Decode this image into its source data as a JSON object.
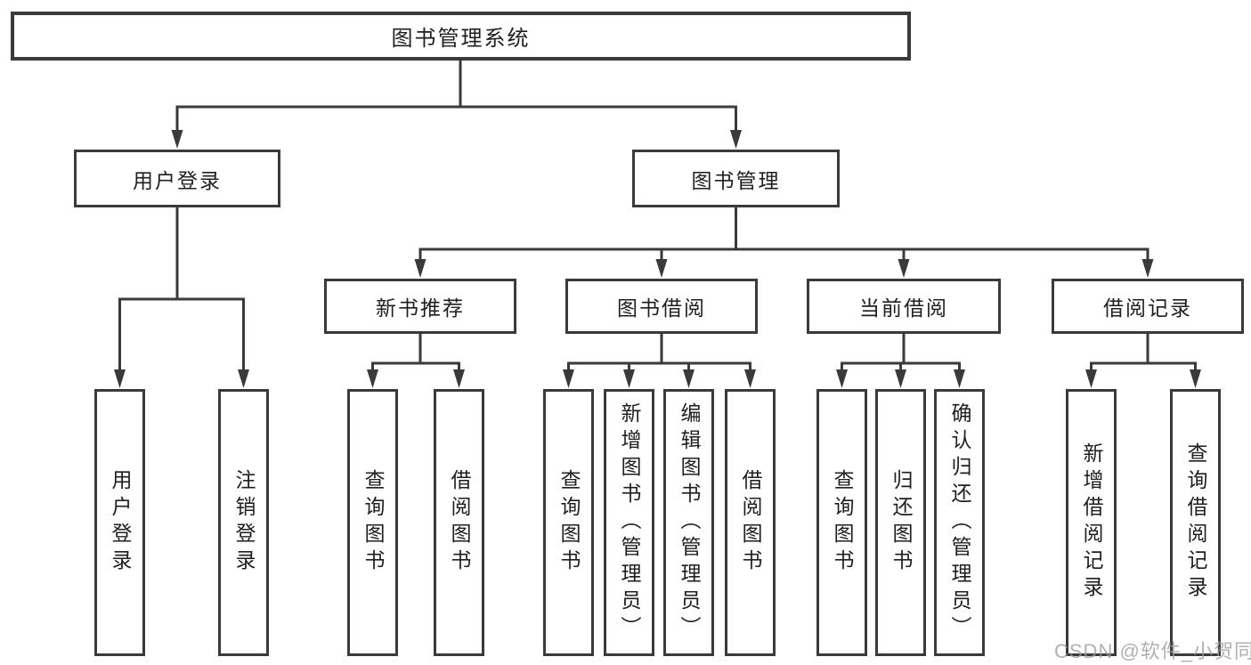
{
  "colors": {
    "line": "#3a3a3a",
    "text": "#1f1f1f",
    "background": "#ffffff",
    "watermark": "#9d9d9d"
  },
  "watermark": {
    "text": "CSDN @软件_小贺同学"
  },
  "tree": {
    "root": {
      "label": "图书管理系统"
    },
    "branches": [
      {
        "label": "用户登录",
        "children": [
          {
            "label": "用户登录"
          },
          {
            "label": "注销登录"
          }
        ]
      },
      {
        "label": "图书管理",
        "children": [
          {
            "label": "新书推荐",
            "children": [
              {
                "label": "查询图书"
              },
              {
                "label": "借阅图书"
              }
            ]
          },
          {
            "label": "图书借阅",
            "children": [
              {
                "label": "查询图书"
              },
              {
                "label": "新增图书（管理员）"
              },
              {
                "label": "编辑图书（管理员）"
              },
              {
                "label": "借阅图书"
              }
            ]
          },
          {
            "label": "当前借阅",
            "children": [
              {
                "label": "查询图书"
              },
              {
                "label": "归还图书"
              },
              {
                "label": "确认归还（管理员）"
              }
            ]
          },
          {
            "label": "借阅记录",
            "children": [
              {
                "label": "新增借阅记录"
              },
              {
                "label": "查询借阅记录"
              }
            ]
          }
        ]
      }
    ]
  }
}
